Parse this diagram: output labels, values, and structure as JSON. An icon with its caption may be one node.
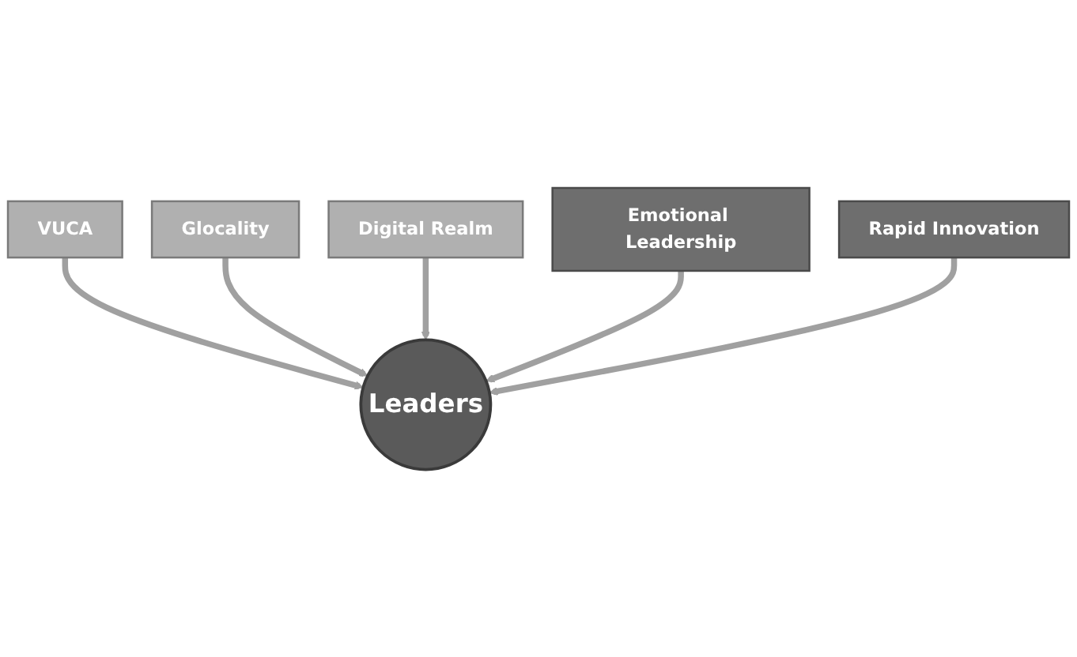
{
  "diagram": {
    "nodes": [
      {
        "text": [
          "Glocality"
        ]
      },
      {
        "text": [
          "Digital Realm"
        ]
      },
      {
        "text": [
          "Emotional Leadership"
        ]
      },
      {
        "text": [
          "VUCA"
        ]
      },
      {
        "text": [
          "Leaders"
        ]
      },
      {
        "text": [
          "Rapid Innovation"
        ]
      }
    ],
    "edges": [
      {
        "from": 3,
        "to": 4,
        "arrow": "to"
      },
      {
        "from": 0,
        "to": 4,
        "arrow": "to"
      },
      {
        "from": 1,
        "to": 4,
        "arrow": "to"
      },
      {
        "from": 2,
        "to": 4,
        "arrow": "to"
      },
      {
        "from": 5,
        "to": 4,
        "arrow": "to"
      }
    ]
  }
}
